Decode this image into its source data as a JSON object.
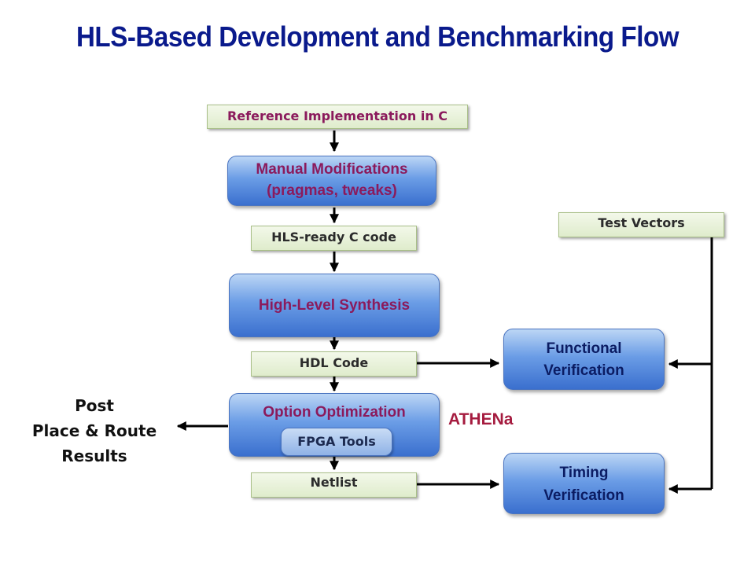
{
  "title": "HLS-Based Development and Benchmarking Flow",
  "nodes": {
    "reference": "Reference Implementation in C",
    "manual_line1": "Manual Modifications",
    "manual_line2": "(pragmas, tweaks)",
    "hls_ready": "HLS-ready C code",
    "hls": "High-Level Synthesis",
    "hdl": "HDL Code",
    "option_opt": "Option Optimization",
    "fpga_tools": "FPGA Tools",
    "netlist": "Netlist",
    "test_vectors": "Test Vectors",
    "functional_line1": "Functional",
    "functional_line2": "Verification",
    "timing_line1": "Timing",
    "timing_line2": "Verification"
  },
  "post_results": {
    "line1": "Post",
    "line2": "Place & Route",
    "line3": "Results"
  },
  "athena_label": "ATHENa"
}
